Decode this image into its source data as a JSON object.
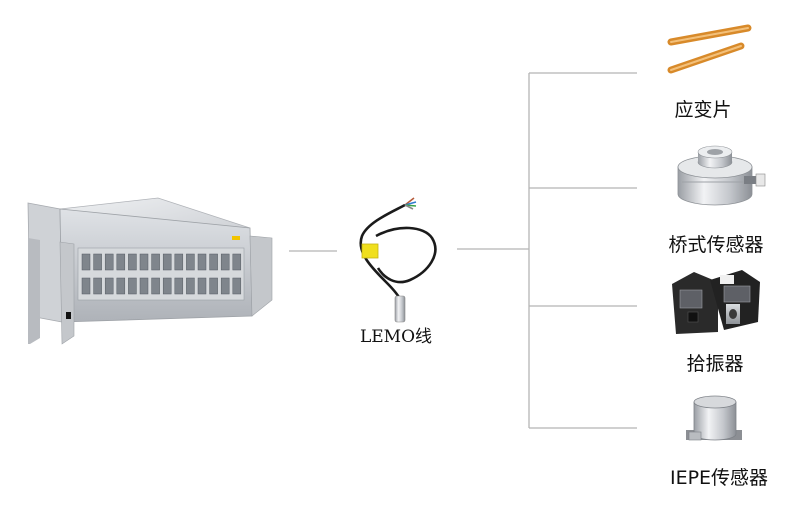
{
  "cable": {
    "label": "LEMO线"
  },
  "sensors": [
    {
      "label": "应变片",
      "icon": "strain-gauge-icon"
    },
    {
      "label": "桥式传感器",
      "icon": "load-cell-icon"
    },
    {
      "label": "拾振器",
      "icon": "vibration-pickup-icon"
    },
    {
      "label": "IEPE传感器",
      "icon": "iepe-accelerometer-icon"
    }
  ],
  "colors": {
    "line": "#b5b5b5",
    "chassis": "#c9ccd1",
    "strain_gauge": "#d88a2a",
    "cable_tag": "#f0df1e",
    "sensor_dark": "#2a2a2a"
  }
}
